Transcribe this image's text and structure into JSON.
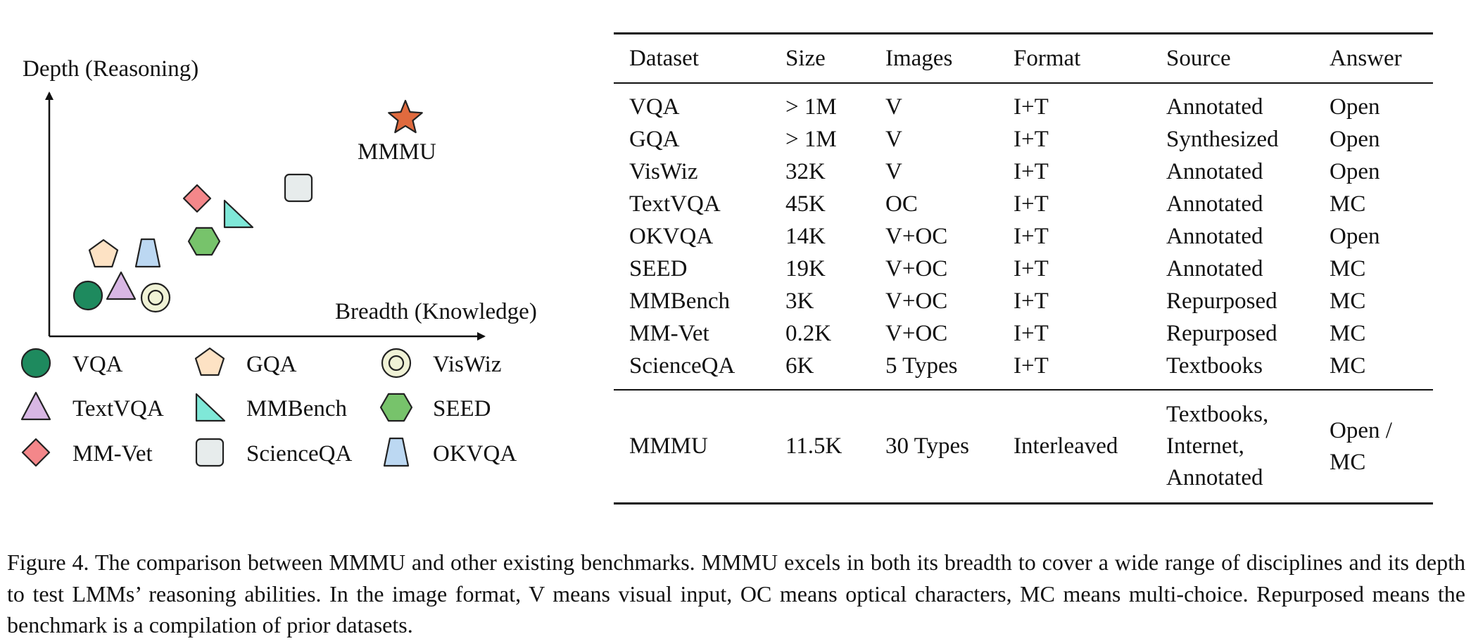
{
  "chart_data": {
    "type": "scatter",
    "xlabel": "Breadth (Knowledge)",
    "ylabel": "Depth (Reasoning)",
    "note": "qualitative positions, axes have no ticks",
    "points": [
      {
        "name": "VQA",
        "marker": "circle",
        "color": "#1e8a5e"
      },
      {
        "name": "TextVQA",
        "marker": "triangle",
        "color": "#d8b7e4"
      },
      {
        "name": "VisWiz",
        "marker": "double-circle",
        "color": "#f0f2d6"
      },
      {
        "name": "GQA",
        "marker": "pentagon",
        "color": "#fde2c4"
      },
      {
        "name": "OKVQA",
        "marker": "trapezoid",
        "color": "#bcd8f2"
      },
      {
        "name": "SEED",
        "marker": "hexagon",
        "color": "#77c36b"
      },
      {
        "name": "MM-Vet",
        "marker": "diamond",
        "color": "#f4878a"
      },
      {
        "name": "MMBench",
        "marker": "right-triangle",
        "color": "#7fe8d8"
      },
      {
        "name": "ScienceQA",
        "marker": "rounded-square",
        "color": "#e7ecec"
      },
      {
        "name": "MMMU",
        "marker": "star",
        "color": "#e06a3e"
      }
    ]
  },
  "legend": [
    {
      "name": "VQA",
      "marker": "circle",
      "color": "#1e8a5e"
    },
    {
      "name": "GQA",
      "marker": "pentagon",
      "color": "#fde2c4"
    },
    {
      "name": "VisWiz",
      "marker": "double-circle",
      "color": "#f0f2d6"
    },
    {
      "name": "TextVQA",
      "marker": "triangle",
      "color": "#d8b7e4"
    },
    {
      "name": "MMBench",
      "marker": "right-triangle",
      "color": "#7fe8d8"
    },
    {
      "name": "SEED",
      "marker": "hexagon",
      "color": "#77c36b"
    },
    {
      "name": "MM-Vet",
      "marker": "diamond",
      "color": "#f4878a"
    },
    {
      "name": "ScienceQA",
      "marker": "rounded-square",
      "color": "#e7ecec"
    },
    {
      "name": "OKVQA",
      "marker": "trapezoid",
      "color": "#bcd8f2"
    }
  ],
  "table": {
    "headers": [
      "Dataset",
      "Size",
      "Images",
      "Format",
      "Source",
      "Answer"
    ],
    "rows": [
      [
        "VQA",
        "> 1M",
        "V",
        "I+T",
        "Annotated",
        "Open"
      ],
      [
        "GQA",
        "> 1M",
        "V",
        "I+T",
        "Synthesized",
        "Open"
      ],
      [
        "VisWiz",
        "32K",
        "V",
        "I+T",
        "Annotated",
        "Open"
      ],
      [
        "TextVQA",
        "45K",
        "OC",
        "I+T",
        "Annotated",
        "MC"
      ],
      [
        "OKVQA",
        "14K",
        "V+OC",
        "I+T",
        "Annotated",
        "Open"
      ],
      [
        "SEED",
        "19K",
        "V+OC",
        "I+T",
        "Annotated",
        "MC"
      ],
      [
        "MMBench",
        "3K",
        "V+OC",
        "I+T",
        "Repurposed",
        "MC"
      ],
      [
        "MM-Vet",
        "0.2K",
        "V+OC",
        "I+T",
        "Repurposed",
        "MC"
      ],
      [
        "ScienceQA",
        "6K",
        "5 Types",
        "I+T",
        "Textbooks",
        "MC"
      ]
    ],
    "mmmu_row": [
      "MMMU",
      "11.5K",
      "30 Types",
      "Interleaved",
      "Textbooks,\nInternet,\nAnnotated",
      "Open /\nMC"
    ]
  },
  "caption": "Figure 4. The comparison between MMMU and other existing benchmarks. MMMU excels in both its breadth to cover a wide range of disciplines and its depth to test LMMs’ reasoning abilities. In the image format, V means visual input, OC means optical characters, MC means multi-choice. Repurposed means the benchmark is a compilation of prior datasets."
}
